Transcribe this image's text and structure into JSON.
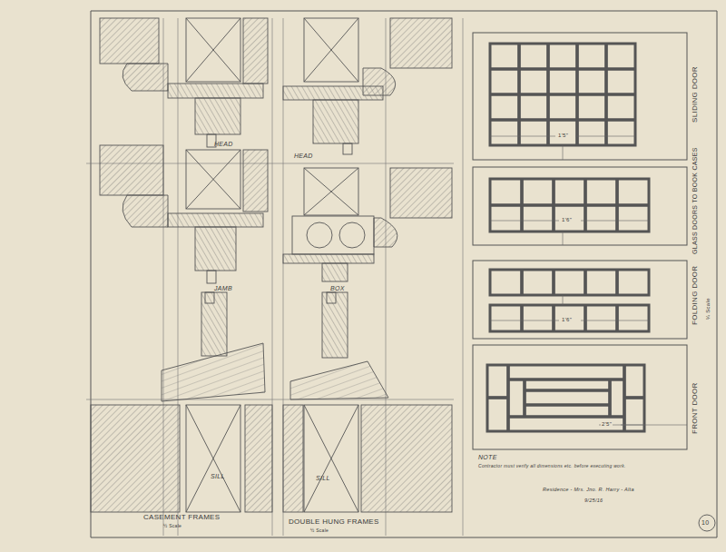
{
  "diagram": {
    "labels": [
      "HEAD",
      "HEAD",
      "JAMB",
      "BOX",
      "SILL",
      "SILL",
      "CASEMENT FRAMES",
      "½ Scale",
      "DOUBLE HUNG FRAMES",
      "½ Scale",
      "1'5\"",
      "1'6\"",
      "1'6\"",
      "2'5\"",
      "SLIDING DOOR",
      "GLASS DOORS TO BOOK CASES",
      "FOLDING DOOR",
      "¼ Scale",
      "FRONT DOOR",
      "NOTE",
      "Contractor must verify all dimensions etc. before executing work.",
      "Residence - Mrs. Jno. R. Harry - Alta",
      "9/25/16",
      "10"
    ]
  }
}
